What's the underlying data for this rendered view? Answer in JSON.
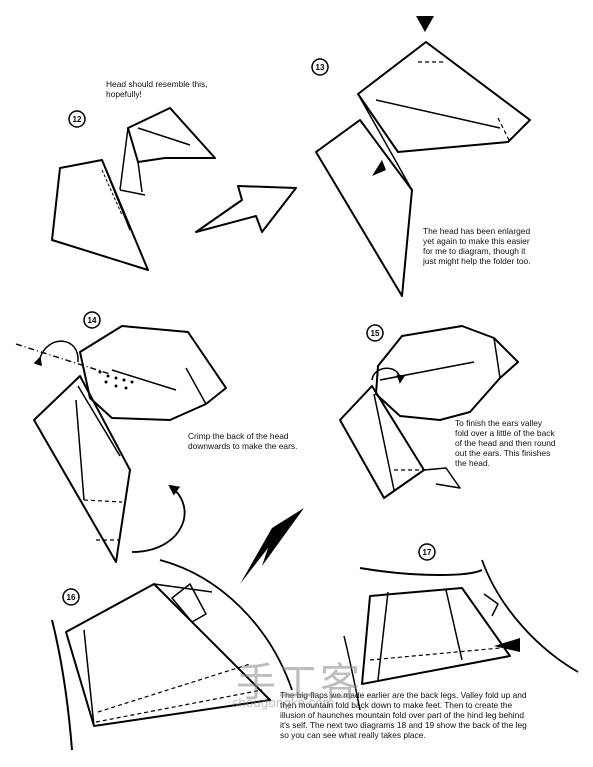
{
  "steps": {
    "s12": {
      "number": "12",
      "note": "Head should resemble this,\nhopefully!"
    },
    "s13": {
      "number": "13",
      "note": "The head has been enlarged\nyet again to make this easier\nfor me to diagram, though it\njust might help the folder too."
    },
    "s14": {
      "number": "14",
      "note": "Crimp the back of the head\ndownwards to make the ears."
    },
    "s15": {
      "number": "15",
      "note": "To finish the ears valley\nfold over a little of the back\nof the head and then round\nout the ears.  This finishes\nthe head."
    },
    "s16": {
      "number": "16"
    },
    "s17": {
      "number": "17"
    }
  },
  "bottom_note": "The big flaps we made earlier are the back legs. Valley fold up and\nthen mountain fold back down to make feet.  Then to create the\nillusion of haunches mountain fold over part of the hind leg behind\nit's self.  The next two diagrams 18 and 19 show the back of the leg\nso you can see what really takes place.",
  "watermark": {
    "text": "手工客",
    "subtext": "shougongke.com"
  },
  "colors": {
    "ink": "#000000",
    "paper": "#ffffff",
    "watermark": "#8a8a8a"
  }
}
